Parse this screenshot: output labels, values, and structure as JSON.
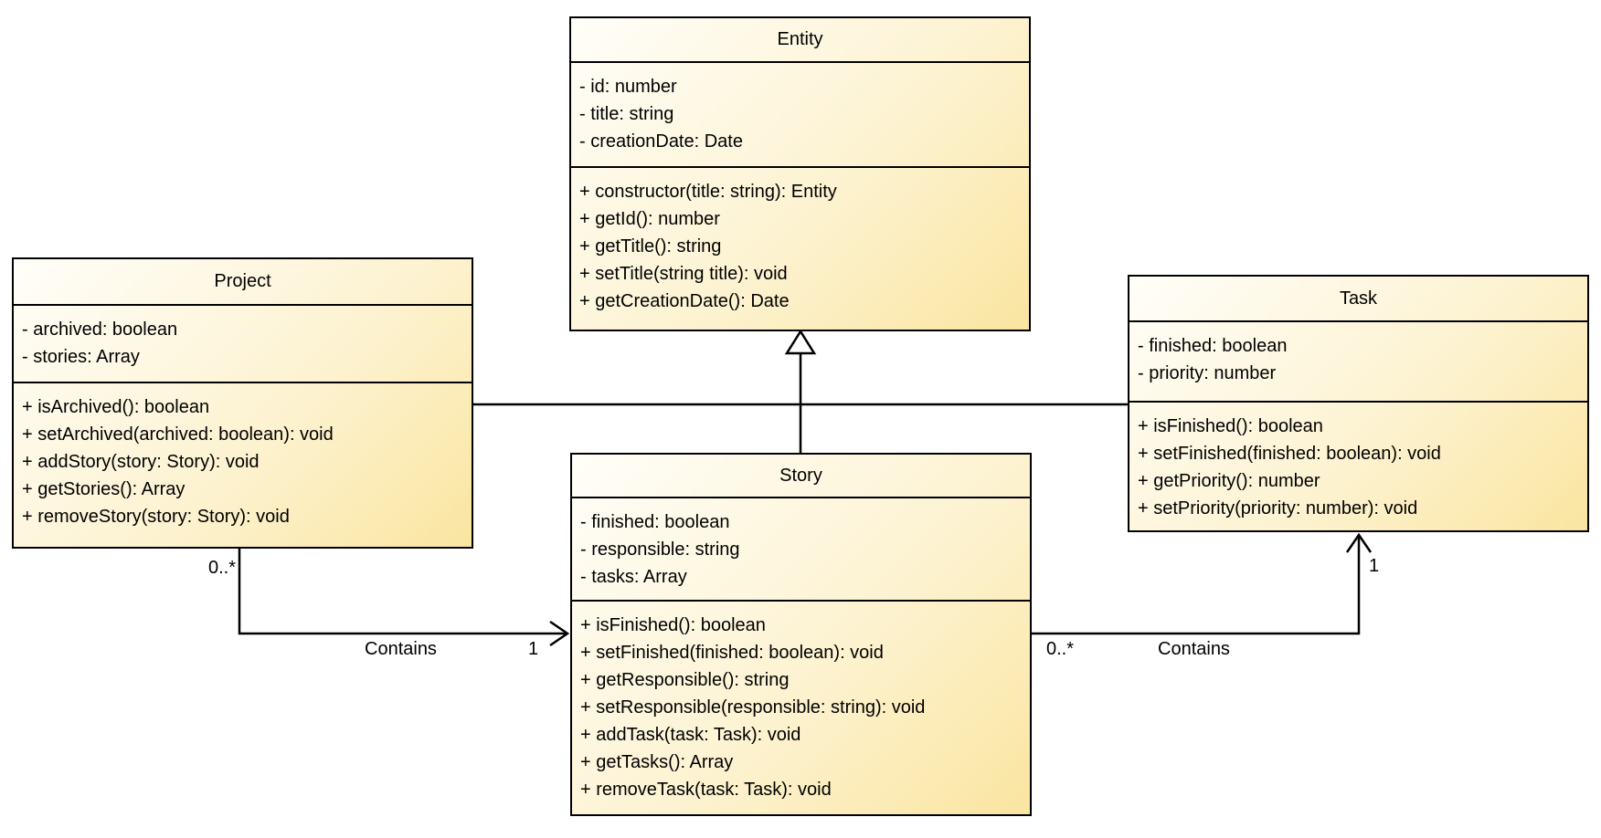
{
  "classes": [
    {
      "name": "Entity",
      "attributes": [
        "- id: number",
        "- title: string",
        "- creationDate: Date"
      ],
      "methods": [
        "+ constructor(title: string): Entity",
        "+ getId(): number",
        "+ getTitle(): string",
        "+ setTitle(string title): void",
        "+ getCreationDate(): Date"
      ]
    },
    {
      "name": "Project",
      "attributes": [
        "- archived: boolean",
        "- stories: Array"
      ],
      "methods": [
        "+ isArchived(): boolean",
        "+ setArchived(archived: boolean): void",
        "+ addStory(story: Story): void",
        "+ getStories(): Array",
        "+ removeStory(story: Story): void"
      ]
    },
    {
      "name": "Story",
      "attributes": [
        "- finished: boolean",
        "- responsible: string",
        "- tasks: Array"
      ],
      "methods": [
        "+ isFinished(): boolean",
        "+ setFinished(finished: boolean): void",
        "+ getResponsible(): string",
        "+ setResponsible(responsible: string): void",
        "+ addTask(task: Task): void",
        "+ getTasks(): Array",
        "+ removeTask(task: Task): void"
      ]
    },
    {
      "name": "Task",
      "attributes": [
        "- finished: boolean",
        "- priority: number"
      ],
      "methods": [
        "+ isFinished(): boolean",
        "+ setFinished(finished: boolean): void",
        "+ getPriority(): number",
        "+ setPriority(priority: number): void"
      ]
    }
  ],
  "inheritance": {
    "parent": "Entity",
    "children": [
      "Project",
      "Story",
      "Task"
    ]
  },
  "associations": [
    {
      "name": "Contains",
      "from": "Project",
      "to": "Story",
      "from_multiplicity": "0..*",
      "to_multiplicity": "1"
    },
    {
      "name": "Contains",
      "from": "Story",
      "to": "Task",
      "from_multiplicity": "0..*",
      "to_multiplicity": "1"
    }
  ],
  "colors": {
    "stroke": "#000000",
    "background": "#ffffff",
    "box_gradient_start": "#fffef9",
    "box_gradient_end": "#fae5a0"
  }
}
